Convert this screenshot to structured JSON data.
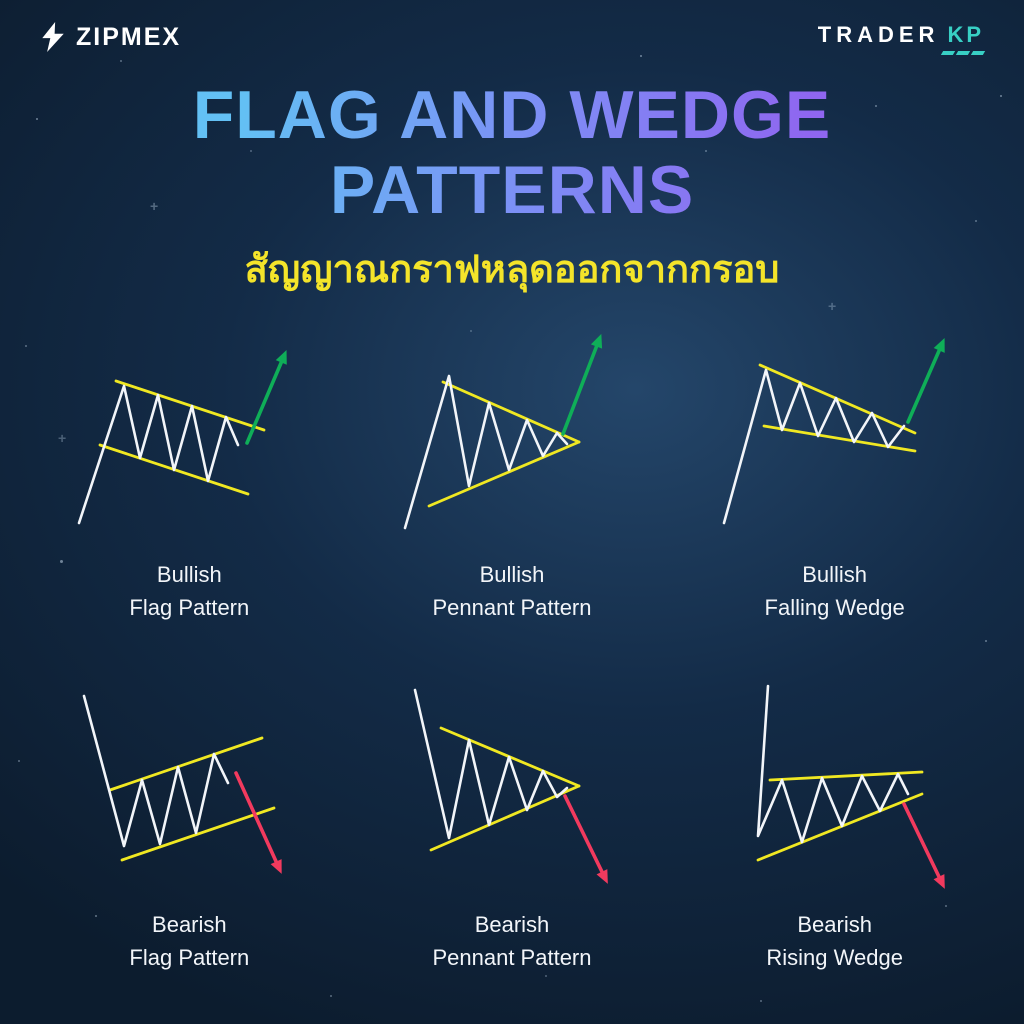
{
  "header": {
    "brand": {
      "name": "ZIPMEX"
    },
    "partner": {
      "name": "TRADER",
      "suffix": "KP"
    }
  },
  "title": {
    "line1": "FLAG AND WEDGE",
    "line2": "PATTERNS"
  },
  "subtitle": "สัญญาณกราฟหลุดออกจากกรอบ",
  "patterns": [
    {
      "name": "Bullish",
      "type": "Flag Pattern",
      "direction": "bullish"
    },
    {
      "name": "Bullish",
      "type": "Pennant Pattern",
      "direction": "bullish"
    },
    {
      "name": "Bullish",
      "type": "Falling Wedge",
      "direction": "bullish"
    },
    {
      "name": "Bearish",
      "type": "Flag Pattern",
      "direction": "bearish"
    },
    {
      "name": "Bearish",
      "type": "Pennant Pattern",
      "direction": "bearish"
    },
    {
      "name": "Bearish",
      "type": "Rising Wedge",
      "direction": "bearish"
    }
  ],
  "colors": {
    "bg_outer": "#0c1c2e",
    "bg_mid": "#132b47",
    "bg_inner": "#24466a",
    "title_grad_start": "#63c0f4",
    "title_grad_mid": "#7e8cf5",
    "title_grad_end": "#8f66f0",
    "subtitle_color": "#f4e42a",
    "text_color": "#f2f5f9",
    "pattern_line": "#f2f5f9",
    "trend_line": "#f0e822",
    "bullish_arrow": "#0fae58",
    "bearish_arrow": "#f23a5e",
    "brand_accent": "#38cfc4"
  }
}
